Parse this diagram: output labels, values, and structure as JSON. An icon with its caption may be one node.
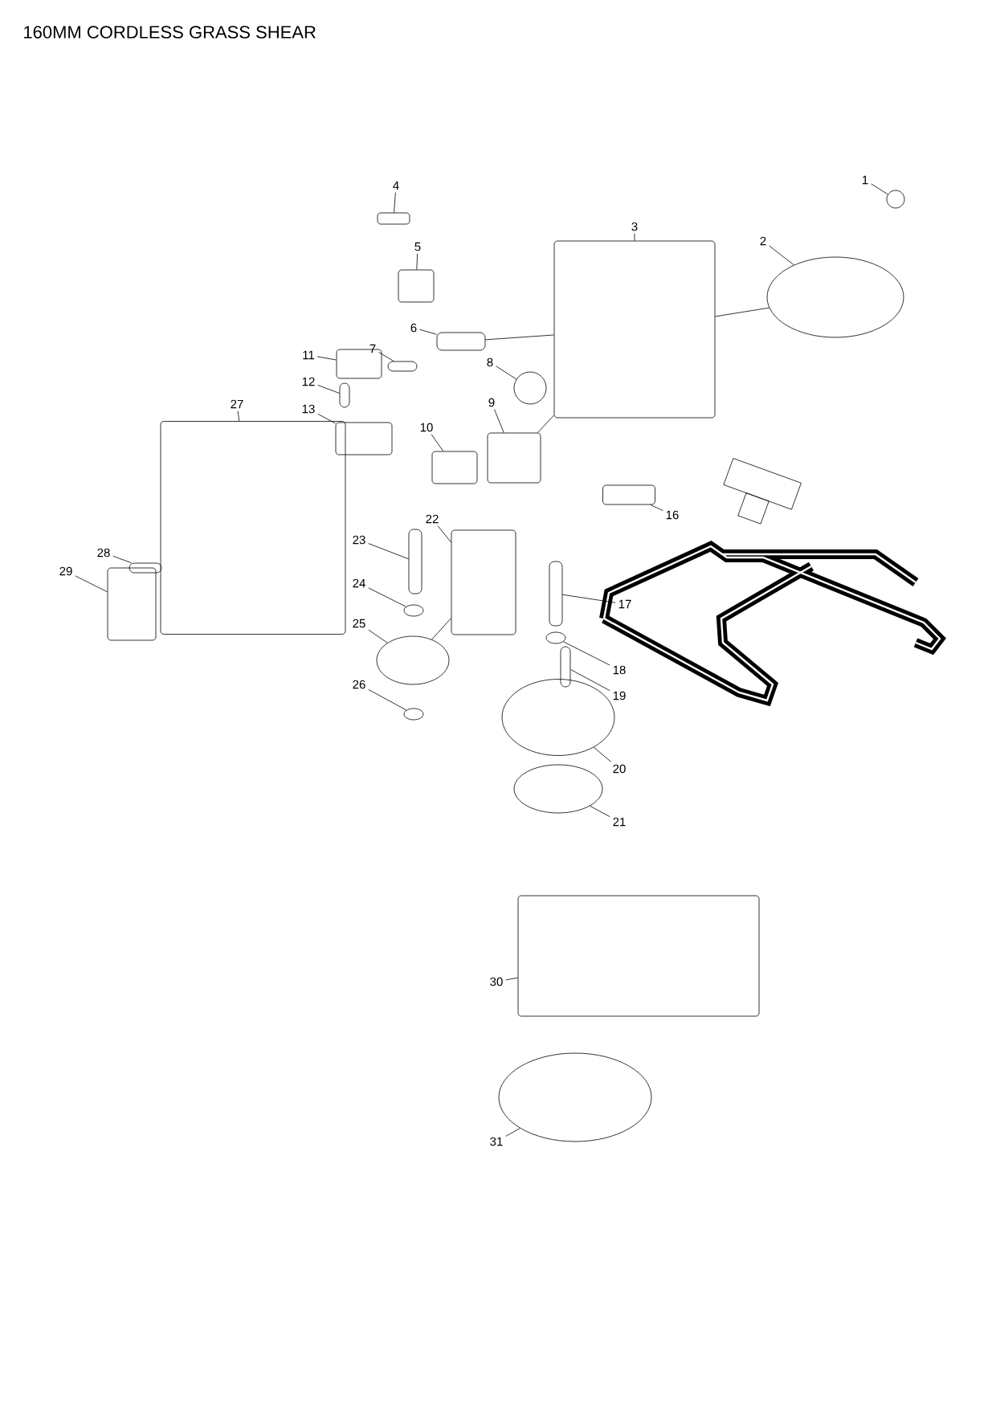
{
  "diagram": {
    "title": "160MM CORDLESS GRASS SHEAR",
    "nodes": [
      {
        "text": [
          "1"
        ]
      },
      {
        "text": [
          "2"
        ]
      },
      {
        "text": [
          "3"
        ]
      },
      {
        "text": [
          "4"
        ]
      },
      {
        "text": [
          "5"
        ]
      },
      {
        "text": [
          "6"
        ]
      },
      {
        "text": [
          "7"
        ]
      },
      {
        "text": [
          "8"
        ]
      },
      {
        "text": [
          "9"
        ]
      },
      {
        "text": [
          "10"
        ]
      },
      {
        "text": [
          "11"
        ]
      },
      {
        "text": [
          "12"
        ]
      },
      {
        "text": [
          "13"
        ]
      },
      {
        "text": [
          "16"
        ]
      },
      {
        "text": [
          "17"
        ]
      },
      {
        "text": [
          "18"
        ]
      },
      {
        "text": [
          "19"
        ]
      },
      {
        "text": [
          "20"
        ]
      },
      {
        "text": [
          "21"
        ]
      },
      {
        "text": [
          "22"
        ]
      },
      {
        "text": [
          "23"
        ]
      },
      {
        "text": [
          "24"
        ]
      },
      {
        "text": [
          "25"
        ]
      },
      {
        "text": [
          "26"
        ]
      },
      {
        "text": [
          "27"
        ]
      },
      {
        "text": [
          "28"
        ]
      },
      {
        "text": [
          "29"
        ]
      },
      {
        "text": [
          "30"
        ]
      },
      {
        "text": [
          "31"
        ]
      },
      {
        "text": [],
        "shape": "circle"
      },
      {
        "text": [],
        "shape": "ellipse"
      },
      {
        "text": [],
        "shape": "box"
      },
      {
        "text": [],
        "shape": "box"
      },
      {
        "text": [],
        "shape": "box"
      },
      {
        "text": [],
        "shape": "bar"
      },
      {
        "text": [],
        "shape": "bar"
      },
      {
        "text": [],
        "shape": "circle"
      },
      {
        "text": [],
        "shape": "box"
      },
      {
        "text": [],
        "shape": "box"
      },
      {
        "text": [],
        "shape": "box"
      },
      {
        "text": [],
        "shape": "bar"
      },
      {
        "text": [],
        "shape": "box"
      },
      {
        "text": [],
        "shape": "box"
      },
      {
        "text": [],
        "shape": "bar"
      },
      {
        "text": [],
        "shape": "ellipse"
      },
      {
        "text": [],
        "shape": "bar"
      },
      {
        "text": [],
        "shape": "ellipse"
      },
      {
        "text": [],
        "shape": "ellipse"
      },
      {
        "text": [],
        "shape": "box"
      },
      {
        "text": [],
        "shape": "bar"
      },
      {
        "text": [],
        "shape": "ellipse"
      },
      {
        "text": [],
        "shape": "ellipse"
      },
      {
        "text": [],
        "shape": "ellipse"
      },
      {
        "text": [],
        "shape": "box"
      },
      {
        "text": [],
        "shape": "bar"
      },
      {
        "text": [],
        "shape": "box"
      },
      {
        "text": [],
        "shape": "box"
      },
      {
        "text": [],
        "shape": "ellipse"
      }
    ],
    "edges": [
      {
        "from": 0,
        "to": 29,
        "arrow": "none"
      },
      {
        "from": 1,
        "to": 30,
        "arrow": "none"
      },
      {
        "from": 2,
        "to": 31,
        "arrow": "none"
      },
      {
        "from": 3,
        "to": 32,
        "arrow": "none"
      },
      {
        "from": 4,
        "to": 33,
        "arrow": "none"
      },
      {
        "from": 5,
        "to": 34,
        "arrow": "none"
      },
      {
        "from": 6,
        "to": 35,
        "arrow": "none"
      },
      {
        "from": 7,
        "to": 36,
        "arrow": "none"
      },
      {
        "from": 8,
        "to": 37,
        "arrow": "none"
      },
      {
        "from": 9,
        "to": 38,
        "arrow": "none"
      },
      {
        "from": 10,
        "to": 39,
        "arrow": "none"
      },
      {
        "from": 11,
        "to": 40,
        "arrow": "none"
      },
      {
        "from": 12,
        "to": 41,
        "arrow": "none"
      },
      {
        "from": 13,
        "to": 42,
        "arrow": "none"
      },
      {
        "from": 14,
        "to": 43,
        "arrow": "none"
      },
      {
        "from": 15,
        "to": 44,
        "arrow": "none"
      },
      {
        "from": 16,
        "to": 45,
        "arrow": "none"
      },
      {
        "from": 17,
        "to": 46,
        "arrow": "none"
      },
      {
        "from": 18,
        "to": 47,
        "arrow": "none"
      },
      {
        "from": 19,
        "to": 48,
        "arrow": "none"
      },
      {
        "from": 20,
        "to": 49,
        "arrow": "none"
      },
      {
        "from": 21,
        "to": 50,
        "arrow": "none"
      },
      {
        "from": 22,
        "to": 51,
        "arrow": "none"
      },
      {
        "from": 23,
        "to": 52,
        "arrow": "none"
      },
      {
        "from": 24,
        "to": 53,
        "arrow": "none"
      },
      {
        "from": 25,
        "to": 54,
        "arrow": "none"
      },
      {
        "from": 26,
        "to": 55,
        "arrow": "none"
      },
      {
        "from": 27,
        "to": 56,
        "arrow": "none"
      },
      {
        "from": 28,
        "to": 57,
        "arrow": "none"
      },
      {
        "from": 30,
        "to": 31,
        "arrow": "none"
      },
      {
        "from": 34,
        "to": 31,
        "arrow": "none"
      },
      {
        "from": 37,
        "to": 31,
        "arrow": "none"
      },
      {
        "from": 51,
        "to": 48,
        "arrow": "none"
      }
    ]
  }
}
